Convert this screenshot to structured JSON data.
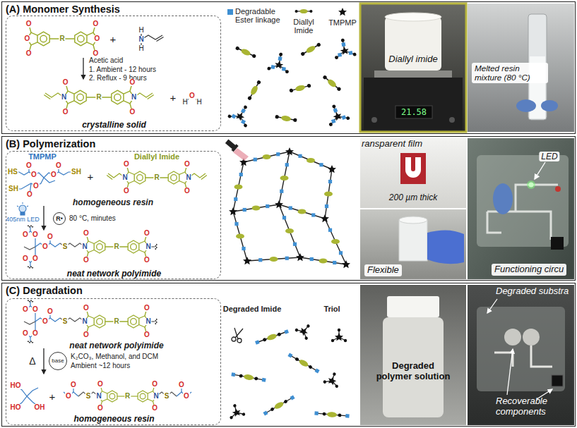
{
  "diagram": {
    "nodes": [
      {
        "text": [
          "(A) Monomer Synthesis"
        ]
      },
      {
        "text": [
          "crystalline solid"
        ],
        "in": 0
      },
      {
        "text": [
          "Diallyl imide"
        ],
        "in": 0
      },
      {
        "text": [
          "Melted resin mixture (80 °C)"
        ],
        "in": 0
      },
      {
        "text": [
          "(B) Polymerization"
        ]
      },
      {
        "text": [
          "neat network polyimide"
        ],
        "in": 4
      },
      {
        "text": [
          "ransparent film",
          "200 µm thick"
        ],
        "in": 4
      },
      {
        "text": [
          "Flexible"
        ],
        "in": 4
      },
      {
        "text": [
          "Functioning circu"
        ],
        "in": 4
      },
      {
        "text": [
          "(C) Degradation"
        ]
      },
      {
        "text": [
          "homogeneous resin"
        ],
        "in": 9
      },
      {
        "text": [
          "Degraded polymer solution"
        ],
        "in": 9
      },
      {
        "text": [
          "Degraded substra",
          "Recoverable components"
        ],
        "in": 9
      }
    ],
    "labels": [
      "O",
      "O",
      "O",
      "R",
      "O",
      "O",
      "O",
      "+",
      "H",
      "N",
      "H",
      "Acetic acid",
      "1. Ambient - 12 hours",
      "2. Reflux - 9 hours",
      "O",
      "N",
      "O",
      "R",
      "O",
      "N",
      "O",
      "+",
      "H",
      "O",
      "H",
      "21.58",
      "TMPMP",
      "HS",
      "O",
      "O",
      "SH",
      "O",
      "O",
      "SH",
      "O",
      "O",
      "+",
      "Diallyl Imide",
      "O",
      "N",
      "O",
      "R",
      "O",
      "N",
      "O",
      "homogeneous resin",
      "405nm LED",
      "R•",
      "80 °C, minutes",
      "O",
      "O",
      "O",
      "O",
      "O",
      "O",
      "S",
      "O",
      "N",
      "O",
      "R",
      "O",
      "N",
      "O",
      "LED",
      "O",
      "O",
      "O",
      "O",
      "O",
      "O",
      "S",
      "O",
      "N",
      "O",
      "R",
      "O",
      "N",
      "O",
      "neat network polyimide",
      "Δ",
      "base",
      "K₂CO₃, Methanol, and DCM",
      "Ambient ~12 hours",
      "HO",
      "HO",
      "OH",
      "+",
      "O",
      "O",
      "S",
      "O",
      "N",
      "O",
      "R",
      "O",
      "N",
      "O",
      "S",
      "O",
      "O",
      "Degraded Imide",
      "Triol"
    ],
    "legend": [
      {
        "text": "Degradable Ester linkage",
        "color": "#3f8fd2"
      },
      {
        "text": "Diallyl Imide"
      },
      {
        "text": "TMPMP"
      }
    ]
  }
}
